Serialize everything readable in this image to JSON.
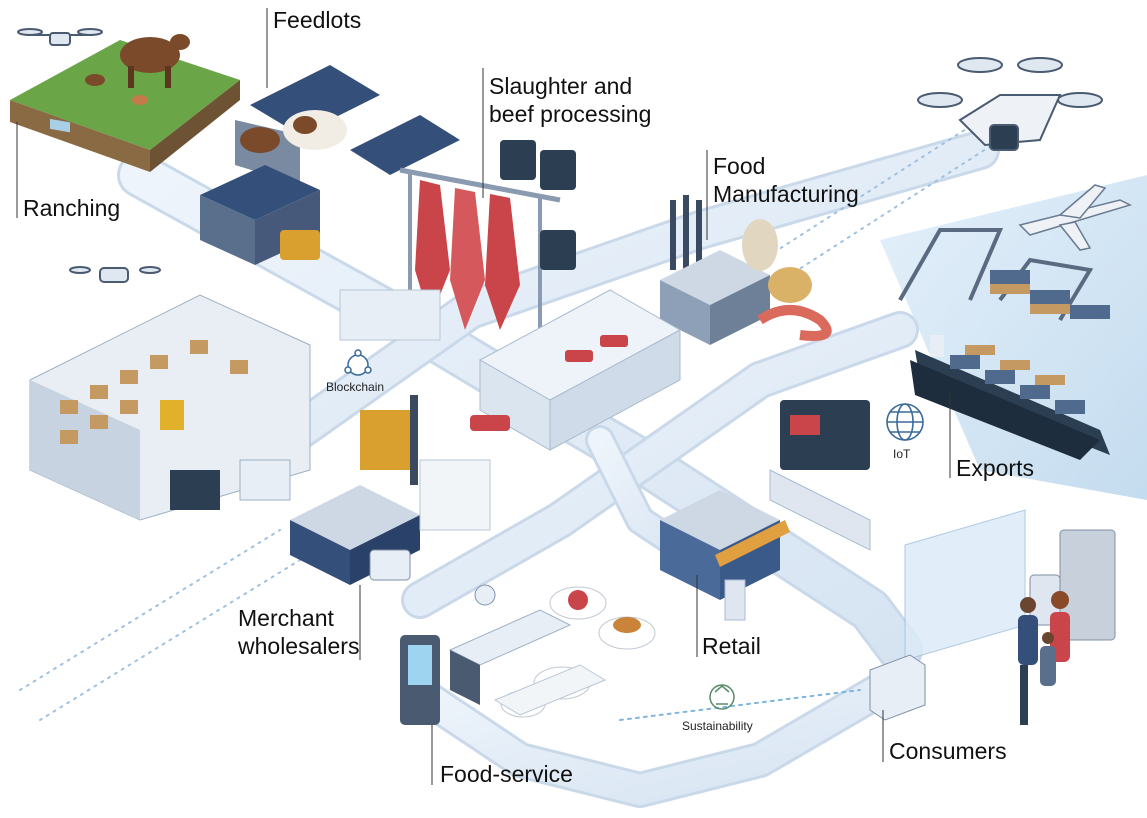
{
  "stages": {
    "ranching": "Ranching",
    "feedlots": "Feedlots",
    "slaughter_line1": "Slaughter and",
    "slaughter_line2": "beef processing",
    "manufacturing_line1": "Food",
    "manufacturing_line2": "Manufacturing",
    "exports": "Exports",
    "wholesalers_line1": "Merchant",
    "wholesalers_line2": "wholesalers",
    "retail": "Retail",
    "food_service": "Food-service",
    "consumers": "Consumers"
  },
  "tech": {
    "blockchain": "Blockchain",
    "iot": "IoT",
    "sustainability": "Sustainability"
  },
  "colors": {
    "road": "#dfe9f5",
    "road_edge": "#b8cce0",
    "building": "#5a6f8c",
    "roof": "#34507a",
    "meat": "#c9454a",
    "grass": "#6aa548",
    "water": "#cfe3f3",
    "accent": "#3fa0d8"
  }
}
